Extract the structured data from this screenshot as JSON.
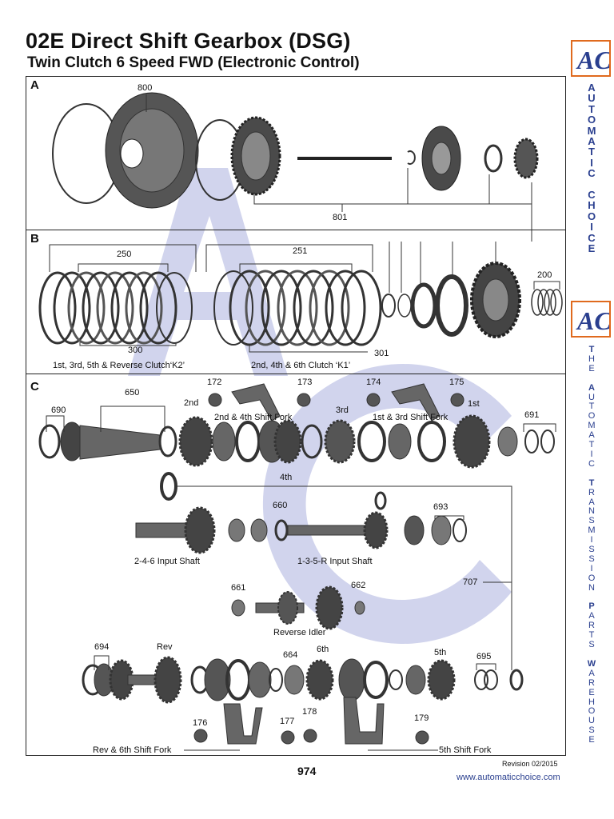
{
  "header": {
    "title": "02E Direct Shift Gearbox (DSG)",
    "subtitle": "Twin Clutch 6 Speed FWD (Electronic Control)"
  },
  "sections": {
    "a": {
      "label": "A",
      "parts": {
        "p800": "800",
        "p801": "801"
      }
    },
    "b": {
      "label": "B",
      "parts": {
        "p250": "250",
        "p251": "251",
        "p300": "300",
        "p301": "301",
        "p200": "200"
      },
      "captions": {
        "k2": "1st, 3rd, 5th & Reverse Clutch‘K2’",
        "k1": "2nd, 4th & 6th Clutch ‘K1’"
      }
    },
    "c": {
      "label": "C",
      "parts": {
        "p690": "690",
        "p650": "650",
        "p172": "172",
        "p173": "173",
        "p174": "174",
        "p175": "175",
        "p691": "691",
        "p660": "660",
        "p693": "693",
        "p707": "707",
        "p661": "661",
        "p662": "662",
        "p694": "694",
        "p664": "664",
        "p695": "695",
        "p176": "176",
        "p177": "177",
        "p178": "178",
        "p179": "179"
      },
      "labels": {
        "g2nd": "2nd",
        "g3rd": "3rd",
        "g1st": "1st",
        "g4th": "4th",
        "g6th": "6th",
        "g5th": "5th",
        "rev": "Rev",
        "fork24": "2nd & 4th Shift Fork",
        "fork13": "1st & 3rd Shift Fork",
        "shaft246": "2-4-6 Input Shaft",
        "shaft135": "1-3-5-R Input Shaft",
        "idler": "Reverse Idler",
        "forkrev6": "Rev & 6th Shift Fork",
        "fork5": "5th Shift Fork"
      }
    }
  },
  "brand": {
    "logo_text": "AC",
    "vertical_1": [
      "A",
      "U",
      "T",
      "O",
      "M",
      "A",
      "T",
      "I",
      "C",
      " ",
      "C",
      "H",
      "O",
      "I",
      "C",
      "E"
    ],
    "vertical_2": [
      "T",
      "H",
      "E",
      " ",
      "A",
      "U",
      "T",
      "O",
      "M",
      "A",
      "T",
      "I",
      "C",
      " ",
      "T",
      "R",
      "A",
      "N",
      "S",
      "M",
      "I",
      "S",
      "S",
      "I",
      "O",
      "N",
      " ",
      "P",
      "A",
      "R",
      "T",
      "S",
      " ",
      "W",
      "A",
      "R",
      "E",
      "H",
      "O",
      "U",
      "S",
      "E"
    ],
    "colors": {
      "orange": "#e06a1e",
      "blue": "#2a3f8f",
      "watermark": "#c9cdea"
    }
  },
  "footer": {
    "page": "974",
    "revision": "Revision 02/2015",
    "website": "www.automaticchoice.com"
  }
}
